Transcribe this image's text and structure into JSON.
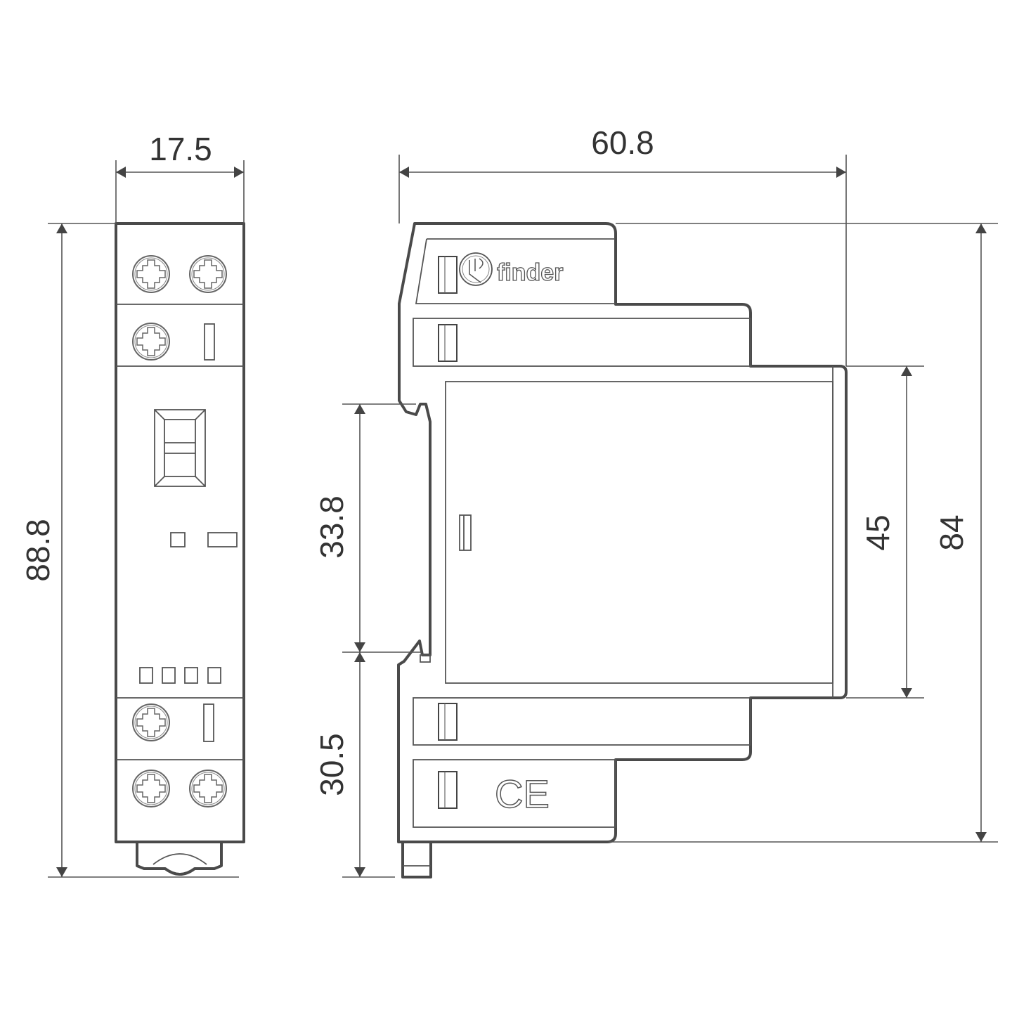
{
  "dimensions": {
    "front_width": "17.5",
    "front_height": "88.8",
    "side_depth": "60.8",
    "side_height": "84",
    "front_face_height": "45",
    "din_upper": "33.8",
    "din_lower": "30.5"
  },
  "labels": {
    "brand": "finder",
    "ce_mark": "CE"
  },
  "colors": {
    "line": "#4a4a4a",
    "background": "#ffffff"
  }
}
